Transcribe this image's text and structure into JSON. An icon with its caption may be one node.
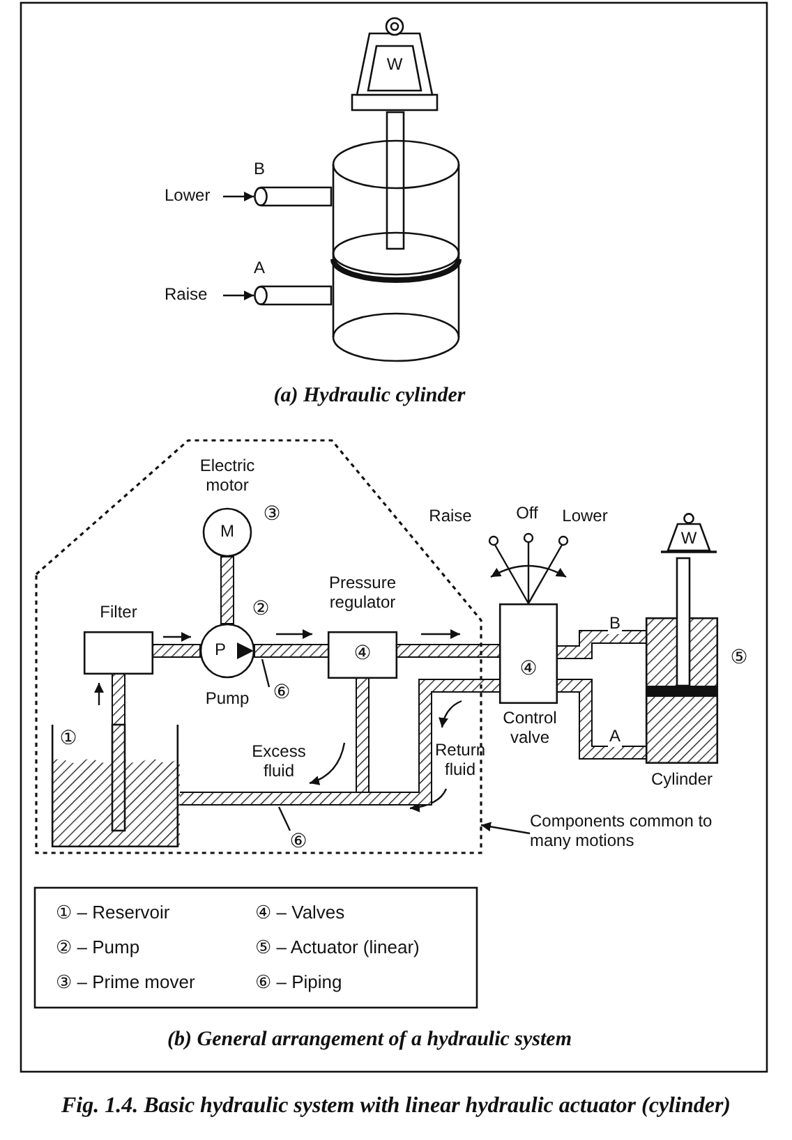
{
  "diagram": {
    "caption": "Fig. 1.4. Basic hydraulic system with linear hydraulic actuator (cylinder)",
    "nodes": [
      {
        "text": [
          "W"
        ]
      },
      {
        "text": [],
        "shape": "cylinder"
      },
      {
        "text": [
          "B"
        ]
      },
      {
        "text": [
          "A"
        ]
      },
      {
        "text": [
          "Lower"
        ]
      },
      {
        "text": [
          "Raise"
        ]
      },
      {
        "text": [],
        "shape": "box"
      },
      {
        "text": [
          "Electric motor",
          "M"
        ],
        "beside": [
          "③"
        ],
        "in": 6
      },
      {
        "text": [
          "Filter"
        ],
        "in": 6
      },
      {
        "text": [
          "P",
          "Pump"
        ],
        "beside": [
          "②"
        ],
        "in": 6
      },
      {
        "text": [
          "⑥"
        ],
        "in": 6
      },
      {
        "text": [
          "Pressure regulator",
          "④"
        ],
        "in": 6
      },
      {
        "text": [
          "①"
        ],
        "in": 6
      },
      {
        "text": [
          "⑥"
        ],
        "in": 6
      },
      {
        "text": [
          "④",
          "Control valve"
        ]
      },
      {
        "text": [
          "W"
        ]
      },
      {
        "text": [
          "Cylinder"
        ],
        "beside": [
          "⑤"
        ]
      },
      {
        "text": [
          "Components common to many motions"
        ]
      }
    ],
    "edges": [
      {
        "from": 4,
        "to": 2,
        "arrow": "to"
      },
      {
        "from": 5,
        "to": 3,
        "arrow": "to"
      },
      {
        "from": 17,
        "to": 6,
        "arrow": "to"
      },
      {
        "from": 12,
        "to": 8,
        "arrow": "none",
        "style": "thick"
      },
      {
        "from": 8,
        "to": 9,
        "arrow": "none",
        "style": "thick"
      },
      {
        "from": 7,
        "to": 9,
        "arrow": "none",
        "style": "thick"
      },
      {
        "from": 9,
        "to": 11,
        "arrow": "none",
        "style": "thick"
      },
      {
        "from": 11,
        "to": 14,
        "arrow": "none",
        "style": "thick"
      },
      {
        "from": 11,
        "to": 12,
        "arrow": "none",
        "style": "thick"
      },
      {
        "from": 14,
        "to": 12,
        "arrow": "none",
        "style": "thick"
      },
      {
        "from": 14,
        "to": 16,
        "label": "B",
        "arrow": "none",
        "style": "thick"
      },
      {
        "from": 14,
        "to": 16,
        "label": "A",
        "arrow": "none",
        "style": "thick"
      },
      {
        "from": 10,
        "to": null,
        "arrow": "none"
      },
      {
        "from": 13,
        "to": null,
        "arrow": "none"
      }
    ],
    "labels": [
      "(a) Hydraulic cylinder",
      "Raise",
      "Off",
      "Lower",
      "Excess fluid",
      "Return fluid",
      "① – Reservoir",
      "④ – Valves",
      "② – Pump",
      "⑤ – Actuator (linear)",
      "③ – Prime mover",
      "⑥ – Piping",
      "(b) General arrangement of a hydraulic system"
    ]
  }
}
